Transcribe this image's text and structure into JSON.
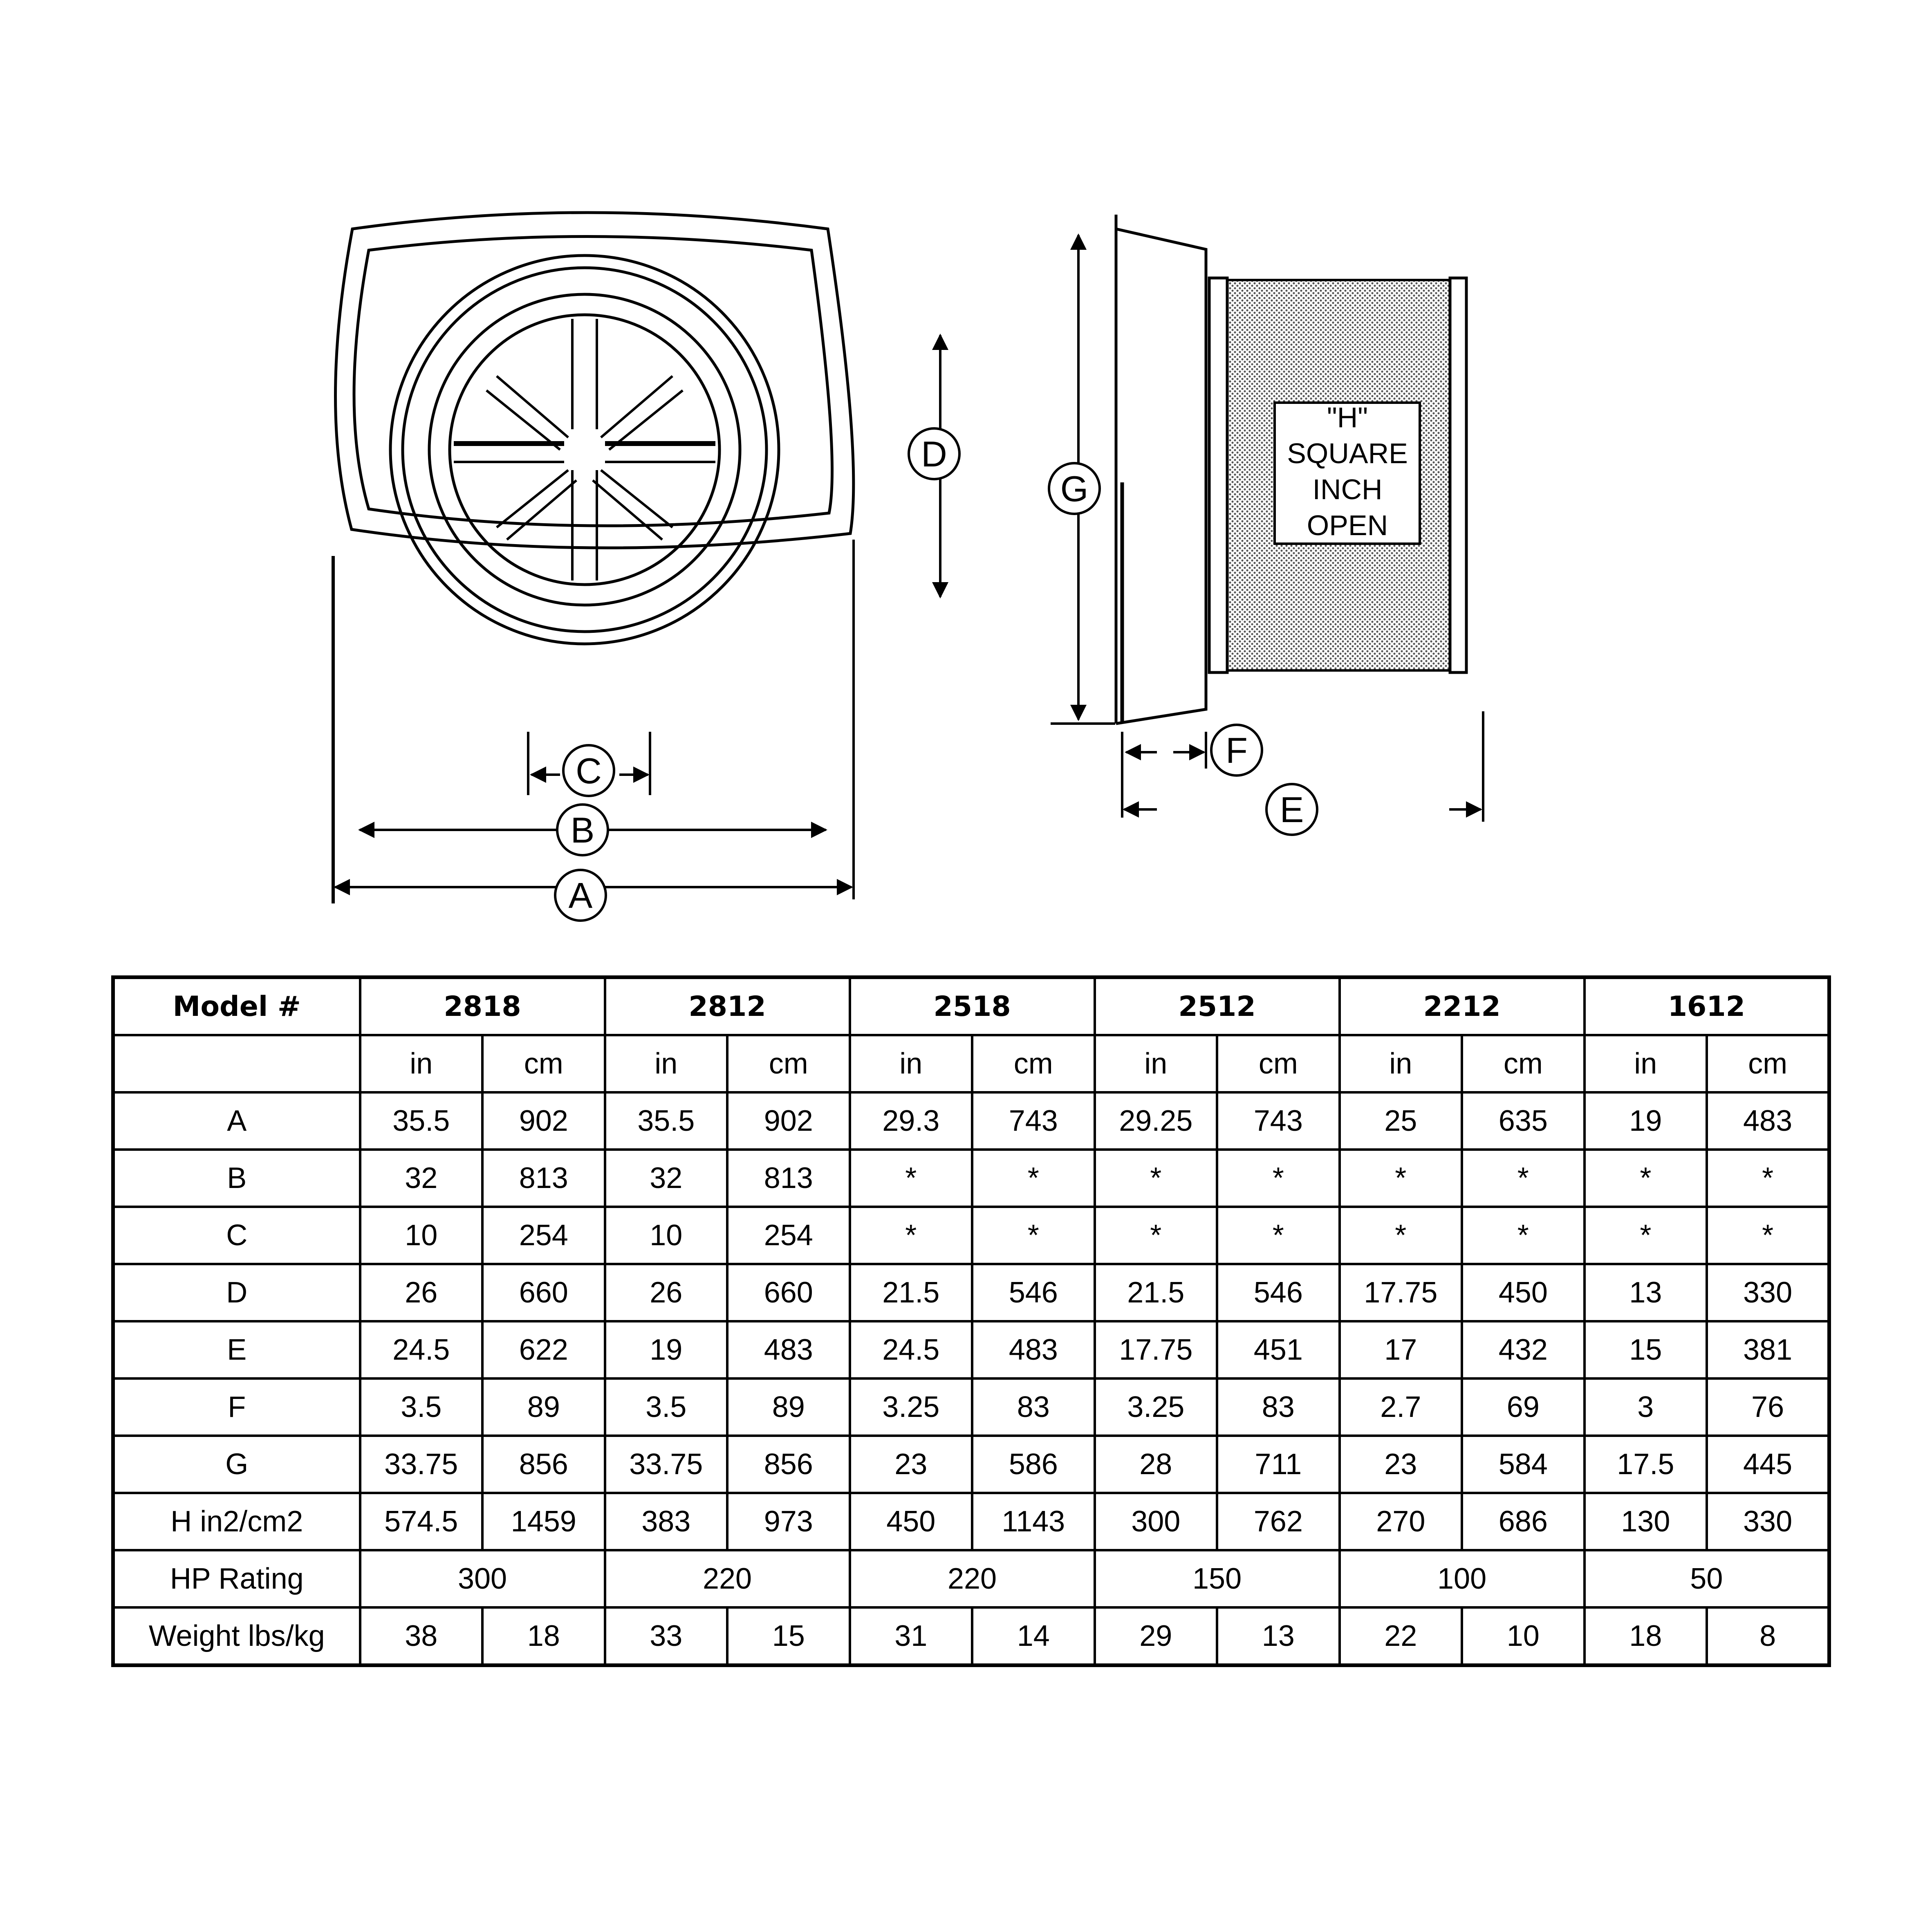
{
  "diagram": {
    "front_view": {
      "dimension_labels": [
        "A",
        "B",
        "C",
        "D"
      ]
    },
    "side_view": {
      "dimension_labels": [
        "G",
        "F",
        "E"
      ],
      "open_area_label": [
        "\"H\"",
        "SQUARE",
        "INCH",
        "OPEN"
      ]
    },
    "colors": {
      "line": "#000000",
      "screen_fill": "#bdbdbd",
      "background": "#ffffff"
    }
  },
  "spec_table": {
    "corner_label": "Model #",
    "models": [
      "2818",
      "2812",
      "2518",
      "2512",
      "2212",
      "1612"
    ],
    "units": [
      "in",
      "cm"
    ],
    "rows": [
      {
        "label": "A",
        "values": [
          "35.5",
          "902",
          "35.5",
          "902",
          "29.3",
          "743",
          "29.25",
          "743",
          "25",
          "635",
          "19",
          "483"
        ]
      },
      {
        "label": "B",
        "values": [
          "32",
          "813",
          "32",
          "813",
          "*",
          "*",
          "*",
          "*",
          "*",
          "*",
          "*",
          "*"
        ]
      },
      {
        "label": "C",
        "values": [
          "10",
          "254",
          "10",
          "254",
          "*",
          "*",
          "*",
          "*",
          "*",
          "*",
          "*",
          "*"
        ]
      },
      {
        "label": "D",
        "values": [
          "26",
          "660",
          "26",
          "660",
          "21.5",
          "546",
          "21.5",
          "546",
          "17.75",
          "450",
          "13",
          "330"
        ]
      },
      {
        "label": "E",
        "values": [
          "24.5",
          "622",
          "19",
          "483",
          "24.5",
          "483",
          "17.75",
          "451",
          "17",
          "432",
          "15",
          "381"
        ]
      },
      {
        "label": "F",
        "values": [
          "3.5",
          "89",
          "3.5",
          "89",
          "3.25",
          "83",
          "3.25",
          "83",
          "2.7",
          "69",
          "3",
          "76"
        ]
      },
      {
        "label": "G",
        "values": [
          "33.75",
          "856",
          "33.75",
          "856",
          "23",
          "586",
          "28",
          "711",
          "23",
          "584",
          "17.5",
          "445"
        ]
      },
      {
        "label": "H in2/cm2",
        "values": [
          "574.5",
          "1459",
          "383",
          "973",
          "450",
          "1143",
          "300",
          "762",
          "270",
          "686",
          "130",
          "330"
        ]
      }
    ],
    "hp_rating": {
      "label": "HP Rating",
      "values": [
        "300",
        "220",
        "220",
        "150",
        "100",
        "50"
      ]
    },
    "weight": {
      "label": "Weight lbs/kg",
      "values": [
        "38",
        "18",
        "33",
        "15",
        "31",
        "14",
        "29",
        "13",
        "22",
        "10",
        "18",
        "8"
      ]
    }
  }
}
